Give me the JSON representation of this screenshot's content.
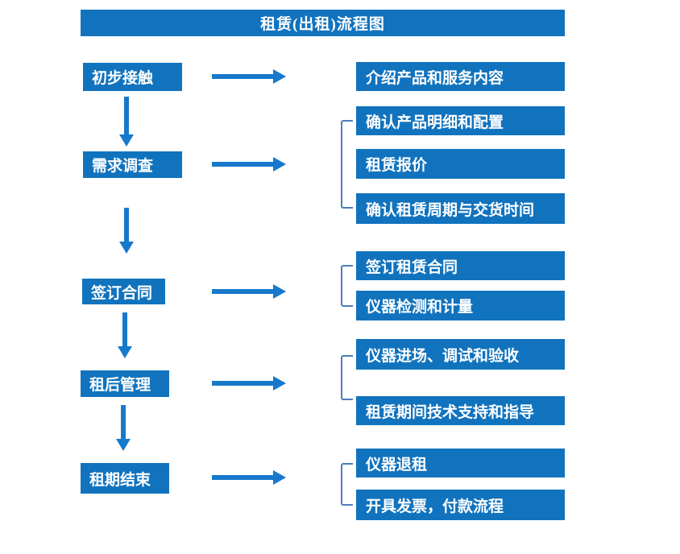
{
  "title": "租赁(出租)流程图",
  "colors": {
    "box_blue": "#1173BE",
    "arrow_blue": "#1779CC",
    "bracket_blue": "#4A7EBB",
    "text_white": "#FFFFFF",
    "background": "#FFFFFF"
  },
  "flow": {
    "steps": [
      {
        "label": "初步接触",
        "outputs": [
          "介绍产品和服务内容"
        ]
      },
      {
        "label": "需求调查",
        "outputs": [
          "确认产品明细和配置",
          "租赁报价",
          "确认租赁周期与交货时间"
        ]
      },
      {
        "label": "签订合同",
        "outputs": [
          "签订租赁合同",
          "仪器检测和计量"
        ]
      },
      {
        "label": "租后管理",
        "outputs": [
          "仪器进场、调试和验收",
          "租赁期间技术支持和指导"
        ]
      },
      {
        "label": "租期结束",
        "outputs": [
          "仪器退租",
          "开具发票，付款流程"
        ]
      }
    ]
  }
}
